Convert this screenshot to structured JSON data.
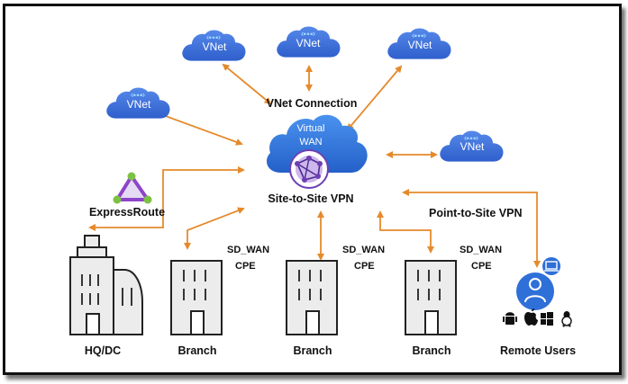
{
  "colors": {
    "cloud": "#3a6fd8",
    "cloud_dark": "#2d5cc4",
    "vwan_cloud": "#2f76d9",
    "arrow": "#e58a2c",
    "building_fill": "#ececec",
    "building_stroke": "#222222",
    "expressroute": "#8e44c9",
    "expressroute_node": "#7cc242",
    "user_circle": "#2f6fd8"
  },
  "hub": {
    "line1": "Virtual",
    "line2": "WAN",
    "connection_label": "VNet Connection",
    "site_label": "Site-to-Site VPN"
  },
  "vnets": [
    {
      "label": "VNet"
    },
    {
      "label": "VNet"
    },
    {
      "label": "VNet"
    },
    {
      "label": "VNet"
    },
    {
      "label": "VNet"
    }
  ],
  "expressroute": {
    "label": "ExpressRoute"
  },
  "hq": {
    "label": "HQ/DC"
  },
  "branches": [
    {
      "label": "Branch",
      "sdwan": "SD_WAN",
      "cpe": "CPE"
    },
    {
      "label": "Branch",
      "sdwan": "SD_WAN",
      "cpe": "CPE"
    },
    {
      "label": "Branch",
      "sdwan": "SD_WAN",
      "cpe": "CPE"
    }
  ],
  "remote": {
    "p2s_label": "Point-to-Site VPN",
    "label": "Remote Users",
    "os_icons": [
      "android-icon",
      "apple-icon",
      "windows-icon",
      "linux-icon"
    ]
  }
}
